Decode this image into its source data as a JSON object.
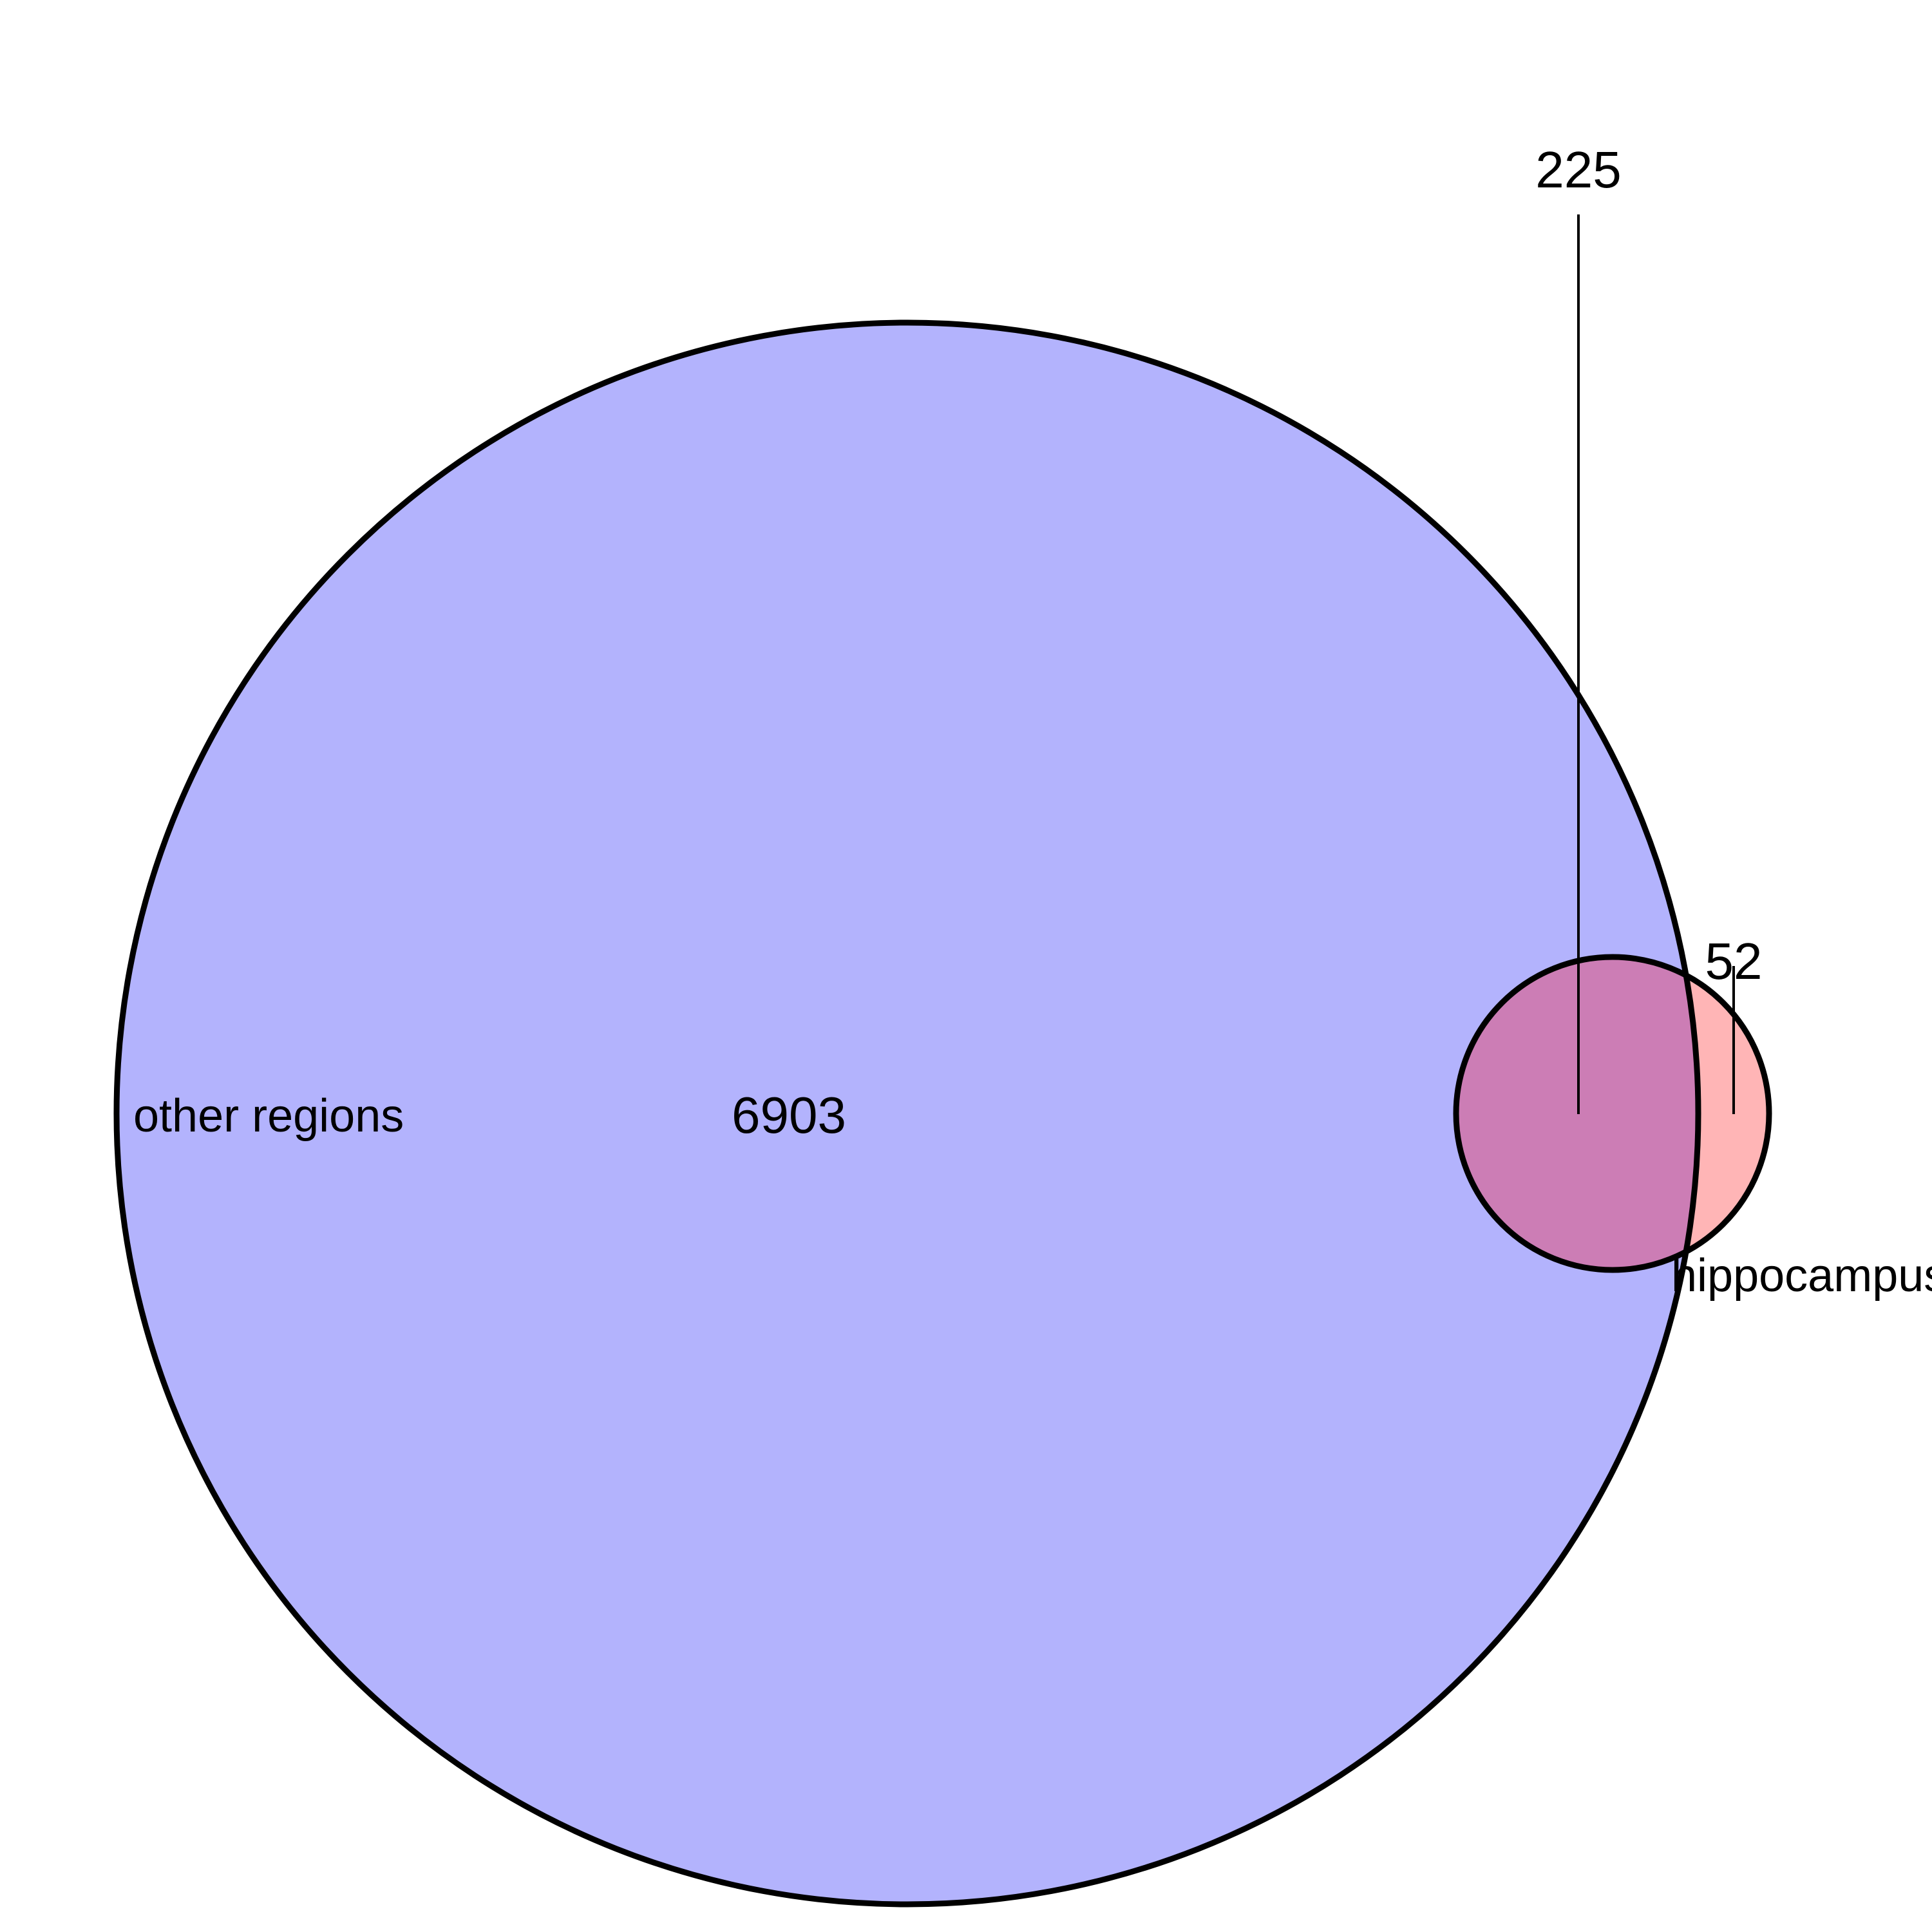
{
  "sets": [
    {
      "name": "other regions",
      "color": "#b3b3fd"
    },
    {
      "name": "hippocampus",
      "color": "#ffb5b6"
    }
  ],
  "overlap_color": "#cc7db5",
  "outline_color": "#000000",
  "counts": {
    "other_only": "6903",
    "both": "225",
    "hippocampus_only": "52"
  }
}
